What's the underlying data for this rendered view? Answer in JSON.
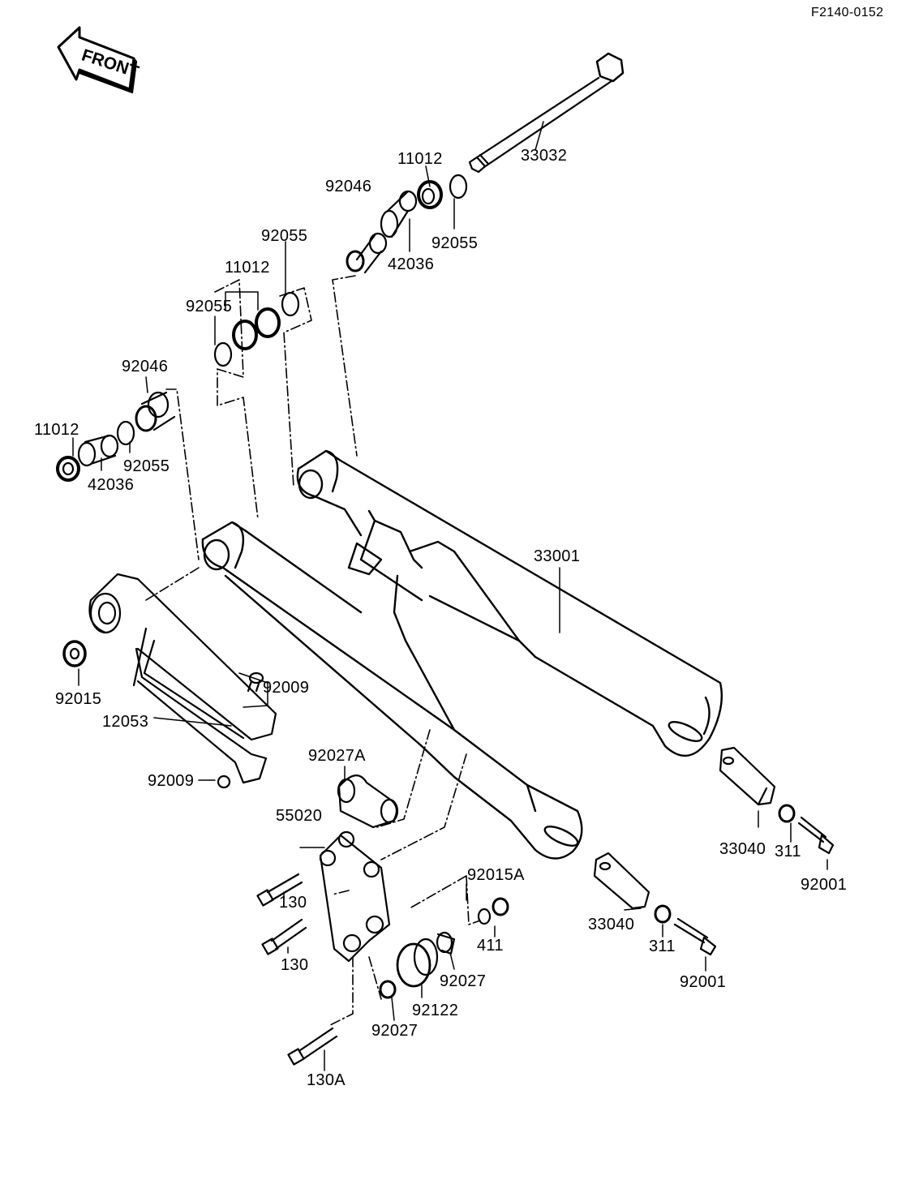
{
  "figure_code": "F2140-0152",
  "front_label": "FRONT",
  "colors": {
    "ink": "#000000",
    "paper": "#ffffff"
  },
  "parts": [
    {
      "id": "p33032",
      "number": "33032"
    },
    {
      "id": "p11012a",
      "number": "11012"
    },
    {
      "id": "p92046a",
      "number": "92046"
    },
    {
      "id": "p92055a",
      "number": "92055"
    },
    {
      "id": "p42036a",
      "number": "42036"
    },
    {
      "id": "p92055b",
      "number": "92055"
    },
    {
      "id": "p11012b",
      "number": "11012"
    },
    {
      "id": "p92055c",
      "number": "92055"
    },
    {
      "id": "p92046b",
      "number": "92046"
    },
    {
      "id": "p11012c",
      "number": "11012"
    },
    {
      "id": "p92055d",
      "number": "92055"
    },
    {
      "id": "p42036b",
      "number": "42036"
    },
    {
      "id": "p33001",
      "number": "33001"
    },
    {
      "id": "p92015",
      "number": "92015"
    },
    {
      "id": "p92009a",
      "number": "92009"
    },
    {
      "id": "p12053",
      "number": "12053"
    },
    {
      "id": "p92009b",
      "number": "92009"
    },
    {
      "id": "p92027A",
      "number": "92027A"
    },
    {
      "id": "p55020",
      "number": "55020"
    },
    {
      "id": "p33040a",
      "number": "33040"
    },
    {
      "id": "p311a",
      "number": "311"
    },
    {
      "id": "p92001a",
      "number": "92001"
    },
    {
      "id": "p92015A",
      "number": "92015A"
    },
    {
      "id": "p130a",
      "number": "130"
    },
    {
      "id": "p411",
      "number": "411"
    },
    {
      "id": "p33040b",
      "number": "33040"
    },
    {
      "id": "p311b",
      "number": "311"
    },
    {
      "id": "p130b",
      "number": "130"
    },
    {
      "id": "p92027a",
      "number": "92027"
    },
    {
      "id": "p92122",
      "number": "92122"
    },
    {
      "id": "p92001b",
      "number": "92001"
    },
    {
      "id": "p92027b",
      "number": "92027"
    },
    {
      "id": "p130A",
      "number": "130A"
    }
  ]
}
